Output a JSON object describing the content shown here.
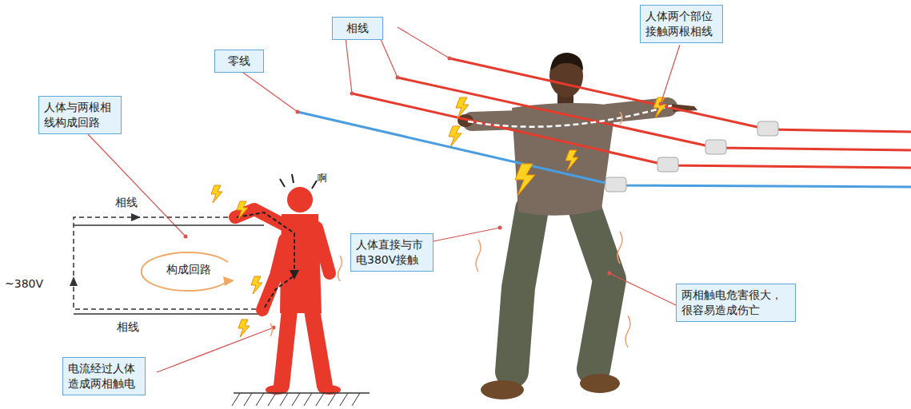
{
  "diagram": {
    "nodes": [
      {
        "text": [
          "相线"
        ]
      },
      {
        "text": [
          "人体两个部位 接触两根相线"
        ]
      },
      {
        "text": [
          "零线"
        ]
      },
      {
        "text": [
          "人体与两根相 线构成回路"
        ]
      },
      {
        "text": [
          "人体直接与市 电380V接触"
        ]
      },
      {
        "text": [
          "两相触电危害很大， 很容易造成伤亡"
        ]
      },
      {
        "text": [
          "电流经过人体 造成两相触电"
        ]
      }
    ],
    "labels": [
      "相线",
      "啊",
      "~380V",
      "构成回路",
      "相线"
    ]
  }
}
